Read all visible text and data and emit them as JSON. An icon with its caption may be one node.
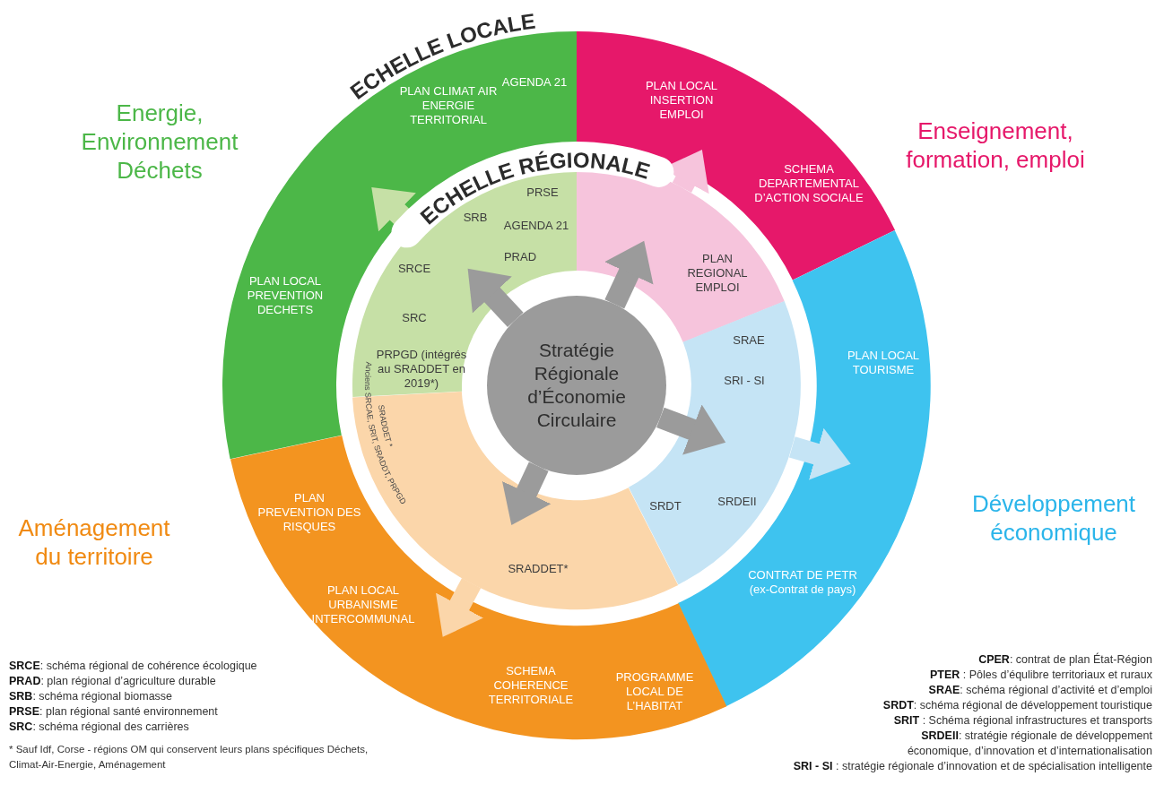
{
  "diagram": {
    "nodes": [
      {
        "text": [
          "PLAN CLIMAT AIR ENERGIE TERRITORIAL",
          "AGENDA 21",
          "PLAN LOCAL PREVENTION DECHETS"
        ],
        "beside": [
          "Energie, Environnement Déchets"
        ]
      },
      {
        "text": [
          "PLAN LOCAL INSERTION EMPLOI",
          "SCHEMA DEPARTEMENTAL D’ACTION SOCIALE"
        ],
        "beside": [
          "Enseignement, formation, emploi"
        ]
      },
      {
        "text": [
          "PLAN LOCAL TOURISME",
          "CONTRAT DE PETR (ex-Contrat de pays)"
        ],
        "beside": [
          "Développement économique"
        ]
      },
      {
        "text": [
          "PLAN PREVENTION DES RISQUES",
          "PLAN LOCAL URBANISME INTERCOMMUNAL",
          "SCHEMA COHERENCE TERRITORIALE",
          "PROGRAMME LOCAL DE L’HABITAT"
        ],
        "beside": [
          "Aménagement du territoire"
        ]
      },
      {
        "text": [
          "PRSE",
          "SRB",
          "AGENDA 21",
          "PRAD",
          "SRCE",
          "SRC",
          "PRPGD (intégrés au SRADDET en 2019*)"
        ]
      },
      {
        "text": [
          "PLAN REGIONAL EMPLOI"
        ]
      },
      {
        "text": [
          "SRAE",
          "SRI - SI",
          "SRDT",
          "SRDEII"
        ]
      },
      {
        "text": [
          "SRADDET*"
        ]
      },
      {
        "text": [
          "Stratégie Régionale d’Économie Circulaire"
        ]
      }
    ],
    "edges": [
      {
        "from": 8,
        "to": 4,
        "arrow": "to",
        "color": "#9b9b9b"
      },
      {
        "from": 8,
        "to": 5,
        "arrow": "to",
        "color": "#9b9b9b"
      },
      {
        "from": 8,
        "to": 6,
        "arrow": "to",
        "color": "#9b9b9b"
      },
      {
        "from": 8,
        "to": 7,
        "arrow": "to",
        "color": "#9b9b9b"
      },
      {
        "from": 4,
        "to": 0,
        "arrow": "to",
        "color": "#c6e0a6"
      },
      {
        "from": 5,
        "to": 1,
        "arrow": "to",
        "color": "#f6c4dc"
      },
      {
        "from": 6,
        "to": 2,
        "arrow": "to",
        "color": "#c5e4f5"
      },
      {
        "from": 7,
        "to": 3,
        "arrow": "to",
        "color": "#fbd6aa"
      }
    ],
    "labels": [
      "ECHELLE LOCALE",
      "ECHELLE RÉGIONALE",
      "Anciens SRCAE, SRIT, SRADDT, PRPGD",
      "SRADDET *",
      "**SRCE**: schéma régional de cohérence écologique",
      "**PRAD**: plan régional d’agriculture durable",
      "**SRB**: schéma régional biomasse",
      "**PRSE**: plan régional santé environnement",
      "**SRC**: schéma régional des carrières",
      "* Sauf Idf, Corse - régions OM qui conservent leurs plans spécifiques Déchets, Climat-Air-Energie, Aménagement",
      "**CPER**: contrat de plan État-Région",
      "**PTER** : Pôles d’équlibre territoriaux et ruraux",
      "**SRAE**: schéma régional d’activité et d’emploi",
      "**SRDT**: schéma régional de développement touristique",
      "**SRIT** : Schéma régional infrastructures et transports",
      "**SRDEII**: stratégie régionale de développement économique, d’innovation et d’internationalisation",
      "**SRI - SI** : stratégie régionale d’innovation et de spécialisation intelligente"
    ]
  }
}
